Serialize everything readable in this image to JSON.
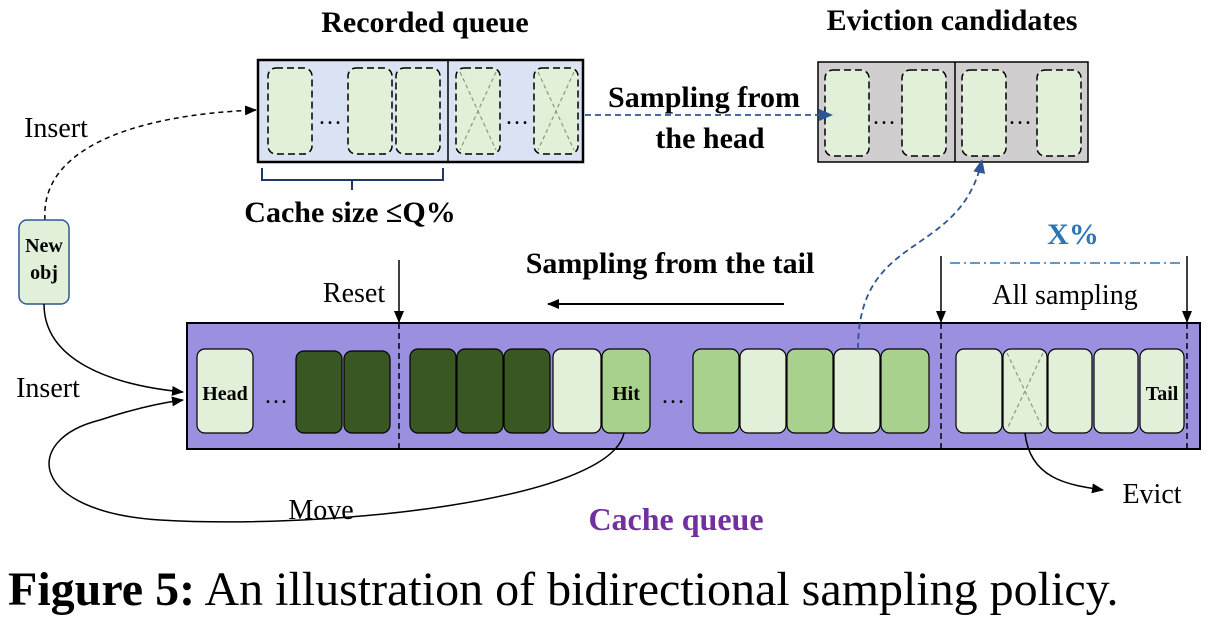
{
  "labels": {
    "recorded_queue": "Recorded queue",
    "eviction_candidates": "Eviction candidates",
    "sampling_from_the_head_line1": "Sampling from",
    "sampling_from_the_head_line2": "the head",
    "cache_size": "Cache size ≤Q%",
    "sampling_from_the_tail": "Sampling from the tail",
    "x_percent": "X%",
    "all_sampling": "All sampling",
    "reset": "Reset",
    "insert_top": "Insert",
    "insert_bottom": "Insert",
    "new_obj_line1": "New",
    "new_obj_line2": "obj",
    "head": "Head",
    "hit": "Hit",
    "tail": "Tail",
    "move": "Move",
    "evict": "Evict",
    "cache_queue": "Cache queue",
    "ellipsis": "…"
  },
  "caption": {
    "figure_number": "Figure 5:",
    "text": "An illustration of bidirectional sampling policy."
  },
  "colors": {
    "cache_queue_fill": "#9b8fe0",
    "cache_queue_label": "#7030a0",
    "recorded_queue_fill": "#dae3f3",
    "eviction_fill": "#d0cece",
    "light_cell": "#e2f0d9",
    "mid_cell": "#a9d18e",
    "dark_cell": "#385723",
    "new_obj_fill": "#e2f0d9",
    "blue_dashed": "#2f5597",
    "x_percent_color": "#2e75b6"
  }
}
